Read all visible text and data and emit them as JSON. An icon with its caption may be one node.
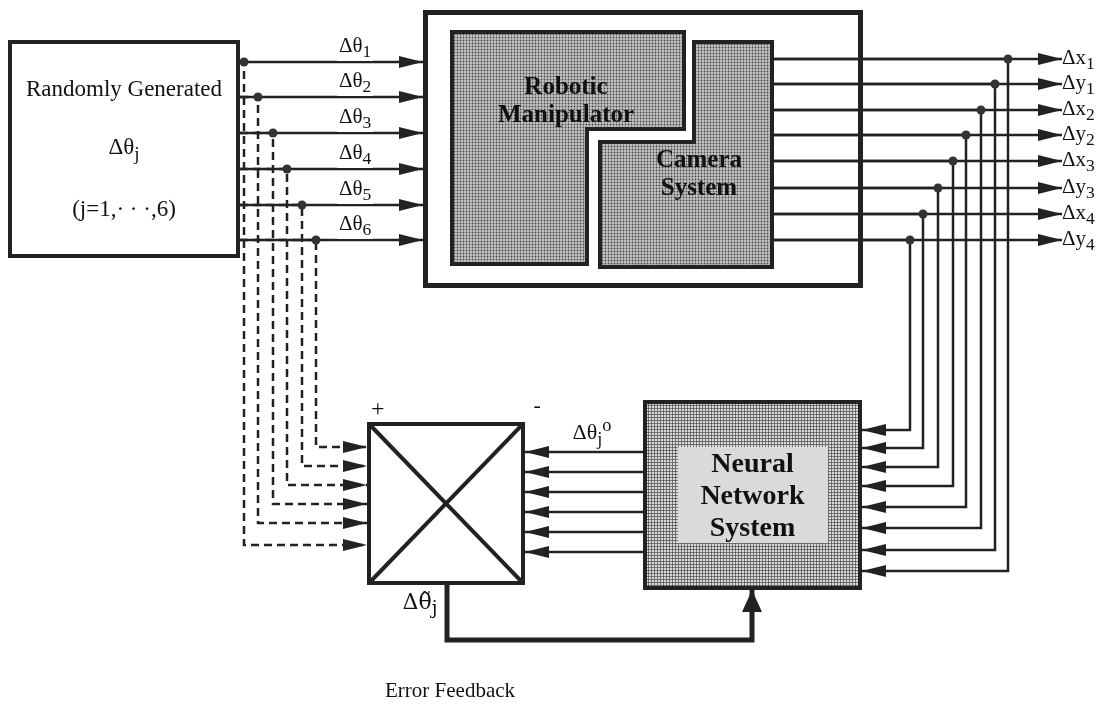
{
  "diagram": {
    "nodes": [
      {
        "text": [
          "Randomly Generated",
          "Δθ$_{j}$",
          "(j=1,· · ·,6)"
        ]
      },
      {
        "text": [],
        "shape": "box"
      },
      {
        "text": [
          "Robotic Manipulator"
        ],
        "in": 1
      },
      {
        "text": [
          "Camera System"
        ],
        "in": 1
      },
      {
        "text": [],
        "shape": "box",
        "beside": [
          "+",
          "-"
        ]
      },
      {
        "text": [
          "Neural Network System"
        ]
      },
      {
        "text": [
          "Δx$_{1}$"
        ]
      },
      {
        "text": [
          "Δy$_{1}$"
        ]
      },
      {
        "text": [
          "Δx$_{2}$"
        ]
      },
      {
        "text": [
          "Δy$_{2}$"
        ]
      },
      {
        "text": [
          "Δx$_{3}$"
        ]
      },
      {
        "text": [
          "Δy$_{3}$"
        ]
      },
      {
        "text": [
          "Δx$_{4}$"
        ]
      },
      {
        "text": [
          "Δy$_{4}$"
        ]
      }
    ],
    "edges": [
      {
        "from": 0,
        "to": 1,
        "arrow": "to",
        "label": "Δθ$_{1}$"
      },
      {
        "from": 0,
        "to": 1,
        "arrow": "to",
        "label": "Δθ$_{2}$"
      },
      {
        "from": 0,
        "to": 1,
        "arrow": "to",
        "label": "Δθ$_{3}$"
      },
      {
        "from": 0,
        "to": 1,
        "arrow": "to",
        "label": "Δθ$_{4}$"
      },
      {
        "from": 0,
        "to": 1,
        "arrow": "to",
        "label": "Δθ$_{5}$"
      },
      {
        "from": 0,
        "to": 1,
        "arrow": "to",
        "label": "Δθ$_{6}$"
      },
      {
        "from": 0,
        "to": 4,
        "arrow": "to",
        "style": "dashed"
      },
      {
        "from": 0,
        "to": 4,
        "arrow": "to",
        "style": "dashed"
      },
      {
        "from": 0,
        "to": 4,
        "arrow": "to",
        "style": "dashed"
      },
      {
        "from": 0,
        "to": 4,
        "arrow": "to",
        "style": "dashed"
      },
      {
        "from": 0,
        "to": 4,
        "arrow": "to",
        "style": "dashed"
      },
      {
        "from": 0,
        "to": 4,
        "arrow": "to",
        "style": "dashed"
      },
      {
        "from": 3,
        "to": 6,
        "arrow": "to"
      },
      {
        "from": 3,
        "to": 7,
        "arrow": "to"
      },
      {
        "from": 3,
        "to": 8,
        "arrow": "to"
      },
      {
        "from": 3,
        "to": 9,
        "arrow": "to"
      },
      {
        "from": 3,
        "to": 10,
        "arrow": "to"
      },
      {
        "from": 3,
        "to": 11,
        "arrow": "to"
      },
      {
        "from": 3,
        "to": 12,
        "arrow": "to"
      },
      {
        "from": 3,
        "to": 13,
        "arrow": "to"
      },
      {
        "from": 3,
        "to": 5,
        "arrow": "to"
      },
      {
        "from": 3,
        "to": 5,
        "arrow": "to"
      },
      {
        "from": 3,
        "to": 5,
        "arrow": "to"
      },
      {
        "from": 3,
        "to": 5,
        "arrow": "to"
      },
      {
        "from": 3,
        "to": 5,
        "arrow": "to"
      },
      {
        "from": 3,
        "to": 5,
        "arrow": "to"
      },
      {
        "from": 3,
        "to": 5,
        "arrow": "to"
      },
      {
        "from": 3,
        "to": 5,
        "arrow": "to"
      },
      {
        "from": 5,
        "to": 4,
        "arrow": "to"
      },
      {
        "from": 5,
        "to": 4,
        "arrow": "to"
      },
      {
        "from": 5,
        "to": 4,
        "arrow": "to"
      },
      {
        "from": 5,
        "to": 4,
        "arrow": "to"
      },
      {
        "from": 5,
        "to": 4,
        "arrow": "to"
      },
      {
        "from": 5,
        "to": 4,
        "arrow": "to"
      },
      {
        "from": 4,
        "to": 5,
        "arrow": "to",
        "style": "thick",
        "label": "Error Feedback"
      }
    ],
    "labels": [
      "Δθ$_{j}$$^{o}$",
      "Δθ̃$_{j}$"
    ]
  }
}
